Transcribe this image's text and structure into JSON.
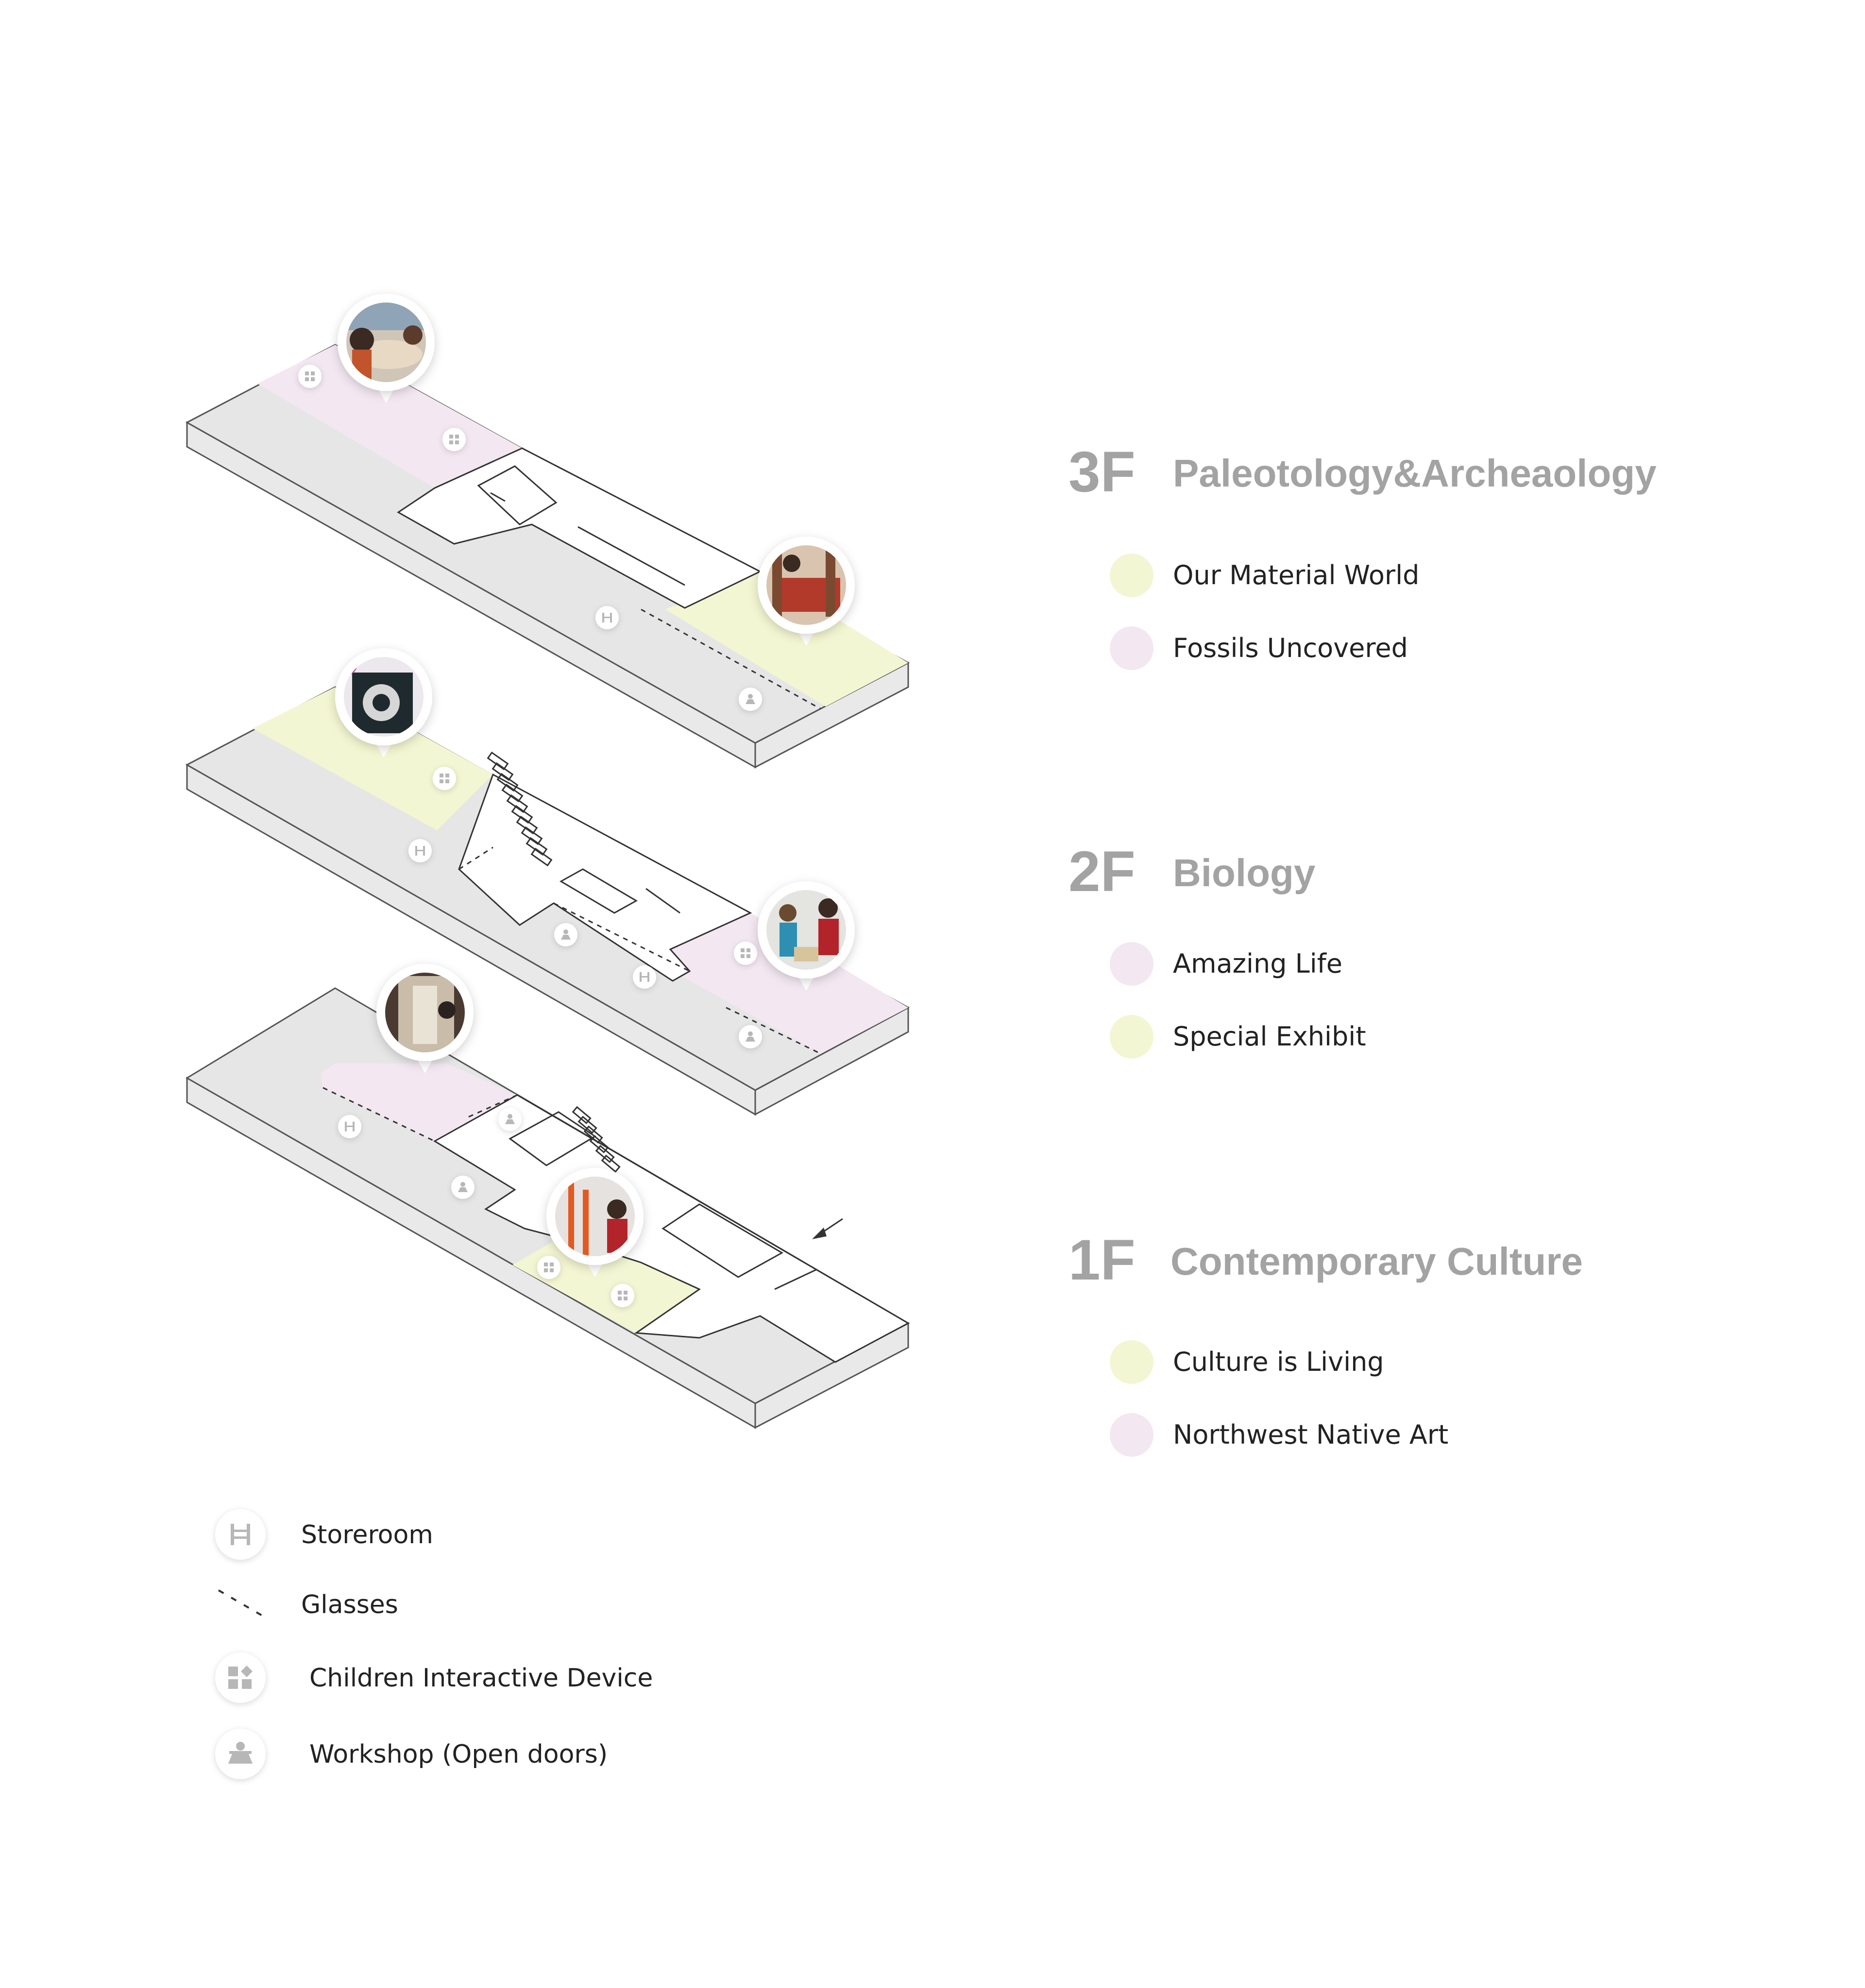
{
  "floors": [
    {
      "code": "3F",
      "name": "Paleotology&Archeaology",
      "zones": [
        {
          "label": "Our Material World",
          "color": "#f3f6d2"
        },
        {
          "label": "Fossils Uncovered",
          "color": "#f3e7f1"
        }
      ]
    },
    {
      "code": "2F",
      "name": "Biology",
      "zones": [
        {
          "label": "Amazing Life",
          "color": "#f3e7f1"
        },
        {
          "label": "Special Exhibit",
          "color": "#f3f6d2"
        }
      ]
    },
    {
      "code": "1F",
      "name": "Contemporary Culture",
      "zones": [
        {
          "label": "Culture is Living",
          "color": "#f3f6d2"
        },
        {
          "label": "Northwest Native Art",
          "color": "#f3e7f1"
        }
      ]
    }
  ],
  "legend": [
    {
      "label": "Storeroom",
      "icon": "storeroom-icon"
    },
    {
      "label": "Glasses",
      "icon": "glasses-dashed-line-icon"
    },
    {
      "label": "Children Interactive Device",
      "icon": "children-interactive-device-icon"
    },
    {
      "label": "Workshop (Open doors)",
      "icon": "workshop-icon"
    }
  ],
  "colors": {
    "yellow_zone": "#f3f6d2",
    "pink_zone": "#f3e7f1",
    "slab": "#e6e6e6",
    "title_gray": "#a3a3a3"
  }
}
